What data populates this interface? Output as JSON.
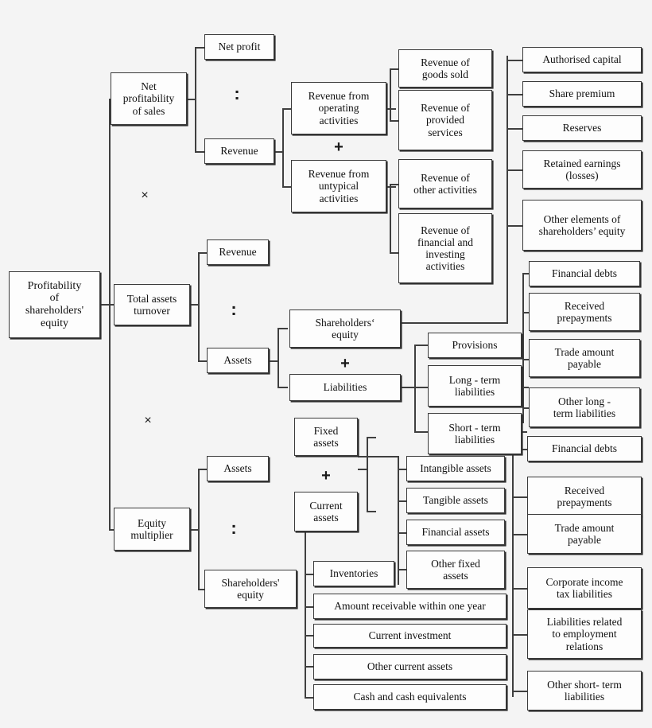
{
  "diagram": {
    "title": "Profitability of shareholders' equity decomposition tree",
    "root": {
      "label": "Profitability\nof\nshareholders'\nequity"
    },
    "operators": {
      "divide": ":",
      "plus": "+",
      "times": "×"
    },
    "level1": [
      {
        "label": "Net\nprofitability\nof sales"
      },
      {
        "label": "Total assets\nturnover"
      },
      {
        "label": "Equity\nmultiplier"
      }
    ],
    "level2": [
      {
        "label": "Net profit"
      },
      {
        "label": "Revenue"
      },
      {
        "label": "Revenue"
      },
      {
        "label": "Assets"
      },
      {
        "label": "Assets"
      },
      {
        "label": "Shareholders'\nequity"
      }
    ],
    "revenue_parts": [
      {
        "label": "Revenue from\noperating\nactivities"
      },
      {
        "label": "Revenue from\nuntypical\nactivities"
      }
    ],
    "revenue_detail": [
      {
        "label": "Revenue of\ngoods sold"
      },
      {
        "label": "Revenue of\nprovided\nservices"
      },
      {
        "label": "Revenue of\nother activities"
      },
      {
        "label": "Revenue of\nfinancial and\ninvesting\nactivities"
      }
    ],
    "assets_parts": [
      {
        "label": "Shareholders‘\nequity"
      },
      {
        "label": "Liabilities"
      }
    ],
    "equity_elements": [
      {
        "label": "Authorised capital"
      },
      {
        "label": "Share premium"
      },
      {
        "label": "Reserves"
      },
      {
        "label": "Retained earnings\n(losses)"
      },
      {
        "label": "Other elements of\nshareholders’ equity"
      }
    ],
    "liabilities_parts": [
      {
        "label": "Provisions"
      },
      {
        "label": "Long - term\nliabilities"
      },
      {
        "label": "Short - term\nliabilities"
      }
    ],
    "long_term_liabilities": [
      {
        "label": "Financial debts"
      },
      {
        "label": "Received\nprepayments"
      },
      {
        "label": "Trade amount\npayable"
      },
      {
        "label": "Other long -\nterm liabilities"
      }
    ],
    "short_term_liabilities": [
      {
        "label": "Financial debts"
      },
      {
        "label": "Received\nprepayments"
      },
      {
        "label": "Trade amount\npayable"
      },
      {
        "label": "Corporate income\ntax liabilities"
      },
      {
        "label": "Liabilities related\nto employment\nrelations"
      },
      {
        "label": "Other short- term\nliabilities"
      }
    ],
    "asset_parts": [
      {
        "label": "Fixed\nassets"
      },
      {
        "label": "Current\nassets"
      }
    ],
    "fixed_assets": [
      {
        "label": "Intangible assets"
      },
      {
        "label": "Tangible assets"
      },
      {
        "label": "Financial assets"
      },
      {
        "label": "Other fixed\nassets"
      }
    ],
    "current_assets": [
      {
        "label": "Inventories"
      },
      {
        "label": "Amount receivable within one year"
      },
      {
        "label": "Current investment"
      },
      {
        "label": "Other current assets"
      },
      {
        "label": "Cash and cash equivalents"
      }
    ]
  },
  "colors": {
    "background": "#f4f4f4",
    "box_fill": "#fdfdfd",
    "box_border": "#3a3a3a",
    "line": "#3f3f3f",
    "text": "#111111"
  }
}
